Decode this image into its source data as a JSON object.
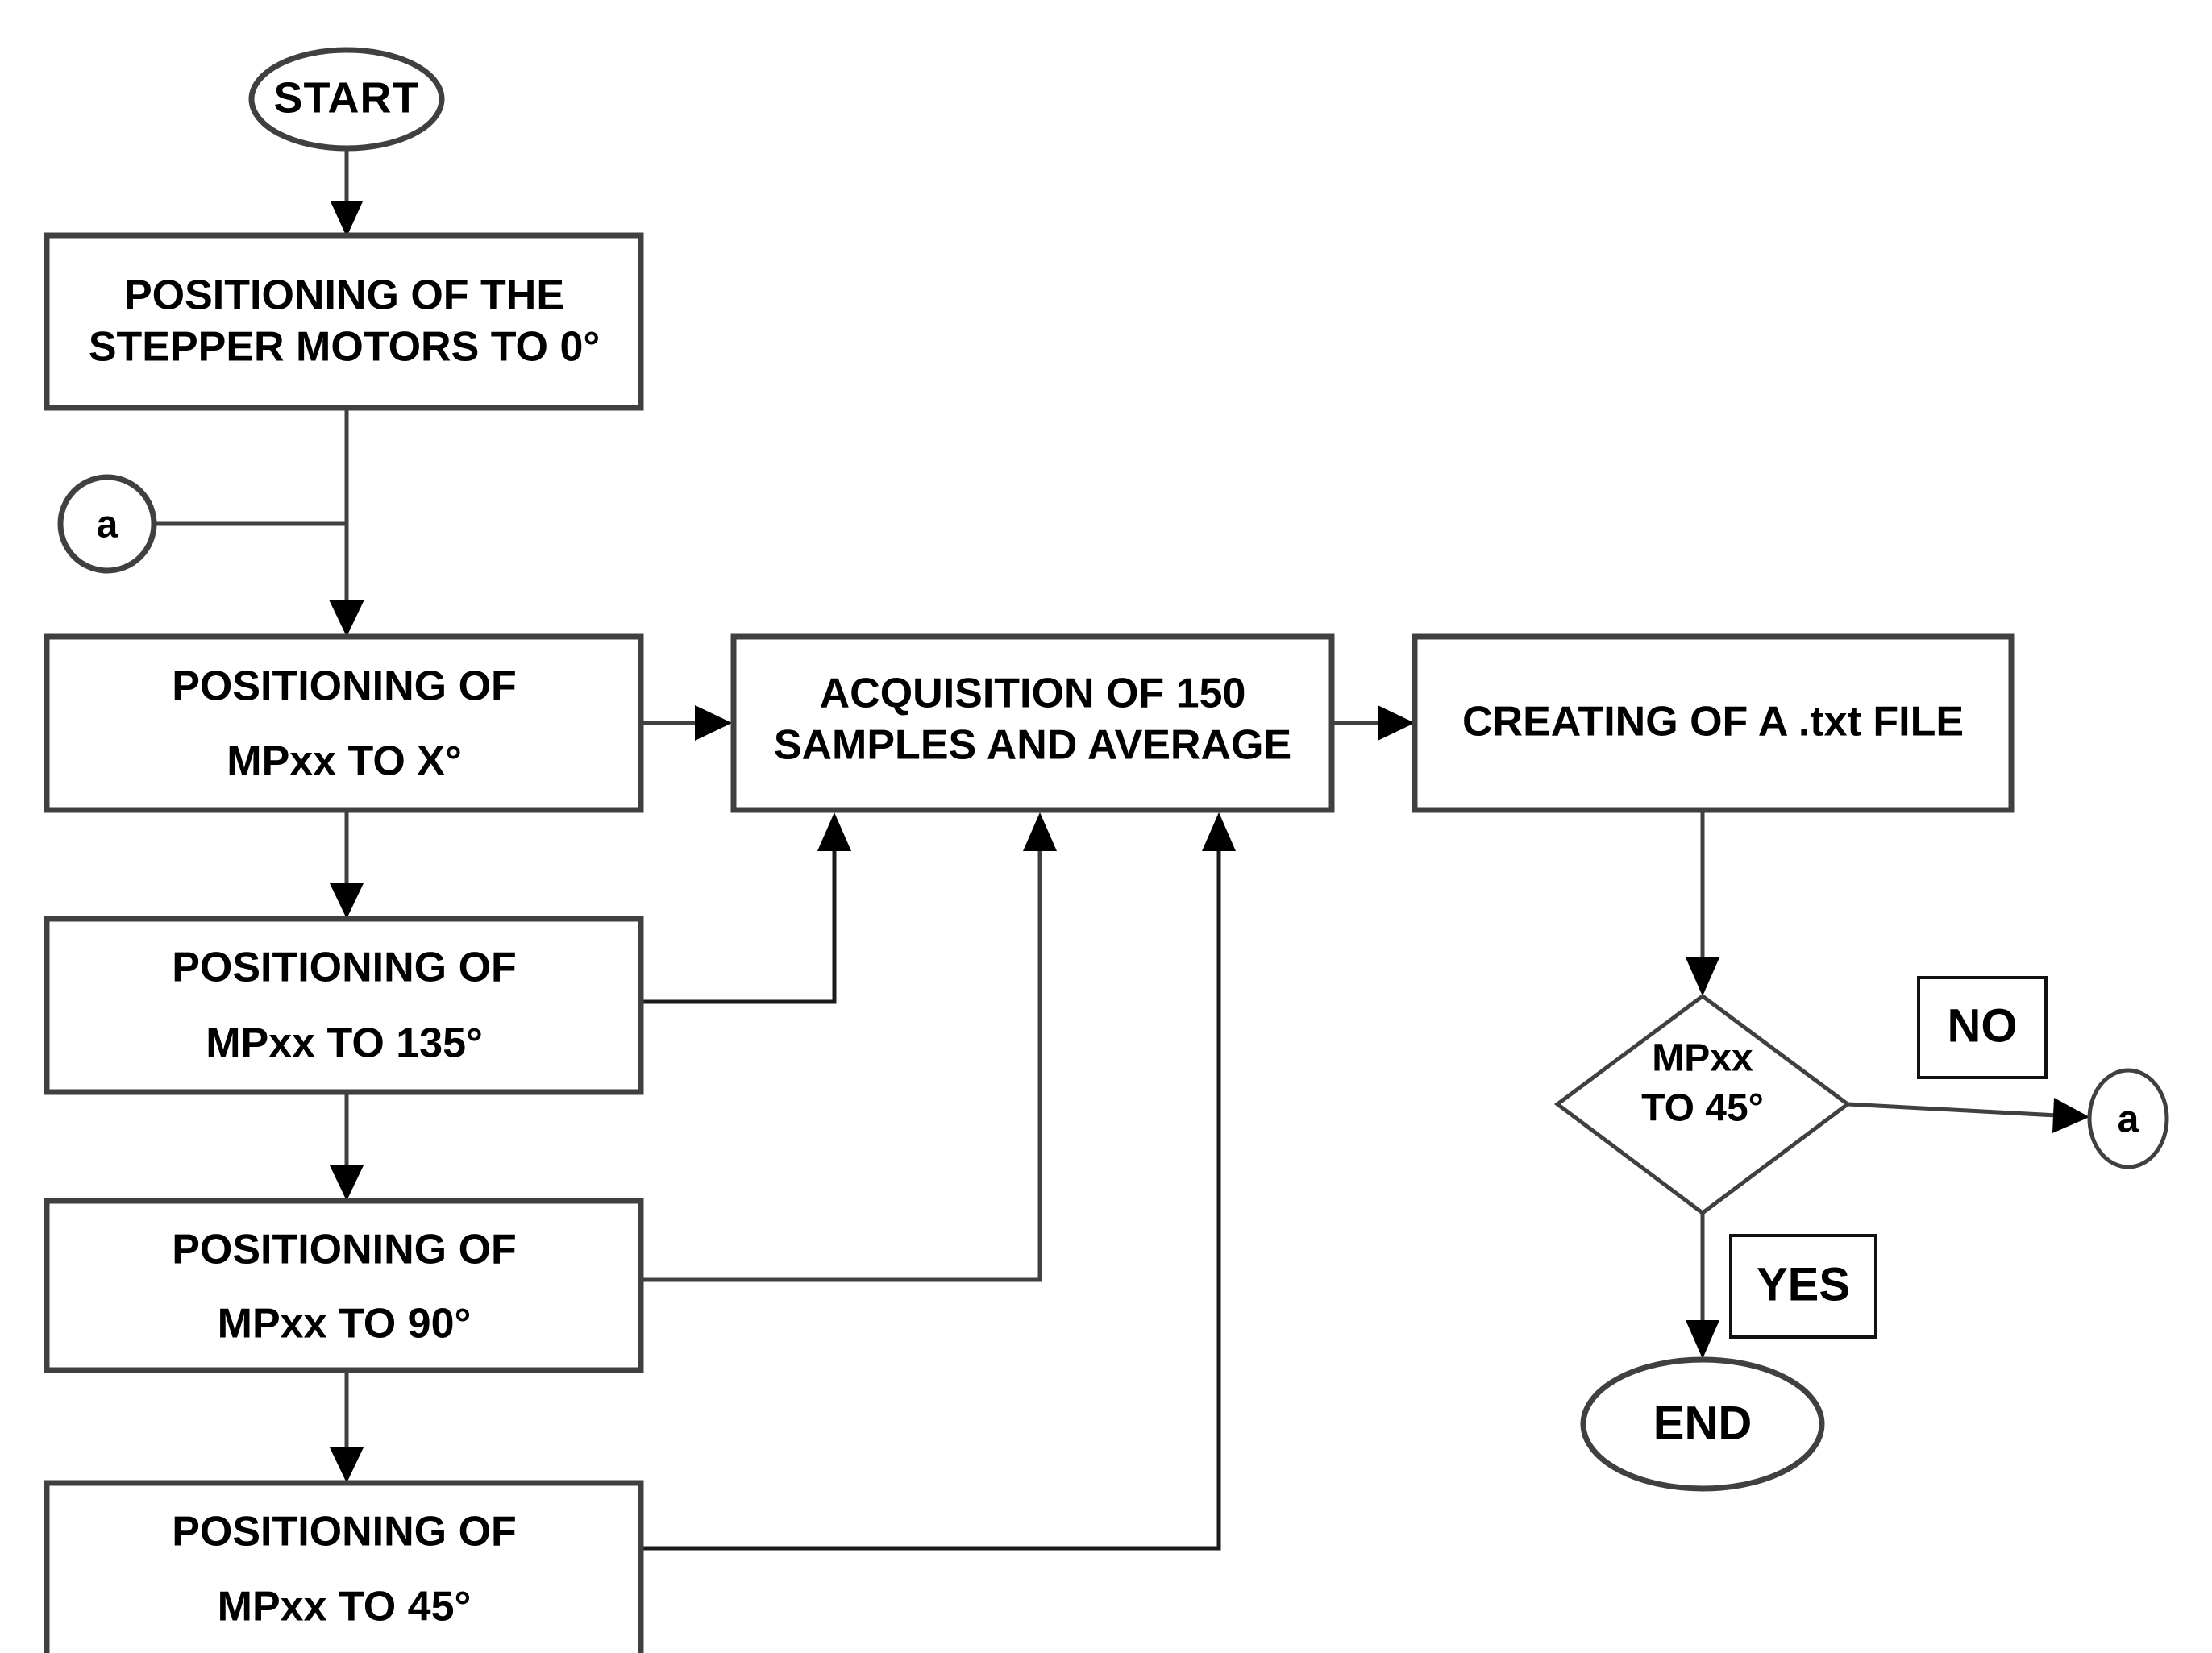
{
  "diagram": {
    "type": "flowchart",
    "orientation": "mixed-vertical-horizontal",
    "colors": {
      "shape_stroke": "#404040",
      "label_stroke": "#111111",
      "connector": "#404040",
      "arrow_fill": "#000000",
      "background": "#ffffff",
      "text": "#000000"
    },
    "nodes": {
      "start": {
        "shape": "oval",
        "label": "START"
      },
      "home_motors": {
        "shape": "process",
        "line1": "POSITIONING OF THE",
        "line2": "STEPPER MOTORS TO 0°"
      },
      "connector_a_left": {
        "shape": "circle",
        "label": "a"
      },
      "pos_x": {
        "shape": "process",
        "line1": "POSITIONING OF",
        "line2": "MPxx TO X°"
      },
      "acquisition": {
        "shape": "process",
        "line1": "ACQUISITION OF 150",
        "line2": "SAMPLES AND AVERAGE"
      },
      "create_file": {
        "shape": "process",
        "line1": "CREATING OF A .txt FILE"
      },
      "pos_135": {
        "shape": "process",
        "line1": "POSITIONING OF",
        "line2": "MPxx TO 135°"
      },
      "pos_90": {
        "shape": "process",
        "line1": "POSITIONING OF",
        "line2": "MPxx TO 90°"
      },
      "pos_45": {
        "shape": "process",
        "line1": "POSITIONING OF",
        "line2": "MPxx TO 45°"
      },
      "decision": {
        "shape": "diamond",
        "line1": "MPxx",
        "line2": "TO 45°"
      },
      "flag_no": {
        "shape": "label-box",
        "label": "NO"
      },
      "flag_yes": {
        "shape": "label-box",
        "label": "YES"
      },
      "connector_a_right": {
        "shape": "circle",
        "label": "a"
      },
      "end": {
        "shape": "oval",
        "label": "END"
      }
    },
    "edges": [
      {
        "from": "start",
        "to": "home_motors",
        "label": ""
      },
      {
        "from": "home_motors",
        "to": "pos_x",
        "label": ""
      },
      {
        "from": "connector_a_left",
        "to": "pos_x",
        "label": ""
      },
      {
        "from": "pos_x",
        "to": "acquisition",
        "label": ""
      },
      {
        "from": "acquisition",
        "to": "create_file",
        "label": ""
      },
      {
        "from": "pos_x",
        "to": "pos_135",
        "label": ""
      },
      {
        "from": "pos_135",
        "to": "acquisition",
        "label": ""
      },
      {
        "from": "pos_135",
        "to": "pos_90",
        "label": ""
      },
      {
        "from": "pos_90",
        "to": "acquisition",
        "label": ""
      },
      {
        "from": "pos_90",
        "to": "pos_45",
        "label": ""
      },
      {
        "from": "pos_45",
        "to": "acquisition",
        "label": ""
      },
      {
        "from": "create_file",
        "to": "decision",
        "label": ""
      },
      {
        "from": "decision",
        "to": "connector_a_right",
        "label": "NO"
      },
      {
        "from": "decision",
        "to": "end",
        "label": "YES"
      }
    ]
  }
}
